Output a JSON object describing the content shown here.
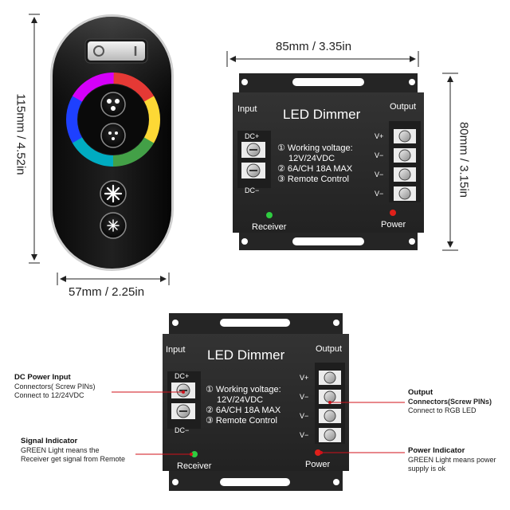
{
  "dimensions": {
    "remote_height": "115mm / 4.52in",
    "remote_width": "57mm / 2.25in",
    "dimmer_width": "85mm / 3.35in",
    "dimmer_height": "80mm / 3.15in"
  },
  "dimmer": {
    "title": "LED Dimmer",
    "input_label": "Input",
    "output_label": "Output",
    "dc_plus": "DC+",
    "dc_minus": "DC−",
    "spec_1": "① Working voltage:",
    "spec_1b": "12V/24VDC",
    "spec_2": "② 6A/CH   18A  MAX",
    "spec_3": "③ Remote Control",
    "v_plus": "V+",
    "v_minus": "V−",
    "receiver_label": "Receiver",
    "power_label": "Power"
  },
  "annotations": {
    "dc_power_title": "DC Power Input",
    "dc_power_line1": "Connectors( Screw PINs)",
    "dc_power_line2": "Connect to 12/24VDC",
    "signal_title": "Signal Indicator",
    "signal_line1": "GREEN Light means the",
    "signal_line2": "Receiver get signal from Remote",
    "output_title": "Output",
    "output_line1": "Connectors(Screw PINs)",
    "output_line2": "Connect to RGB LED",
    "power_title": "Power Indicator",
    "power_line1": "GREEN Light means power",
    "power_line2": "supply is ok"
  },
  "colors": {
    "panel": "#2a2a2a",
    "panel_dark": "#1c1c1c",
    "annotation_line": "#d0101a",
    "receiver_led": "#2ecc40",
    "power_led": "#e0201a"
  },
  "icons": [
    "power-switch-icon",
    "rgb-ring-icon",
    "brightness-icon",
    "dim-icon"
  ]
}
